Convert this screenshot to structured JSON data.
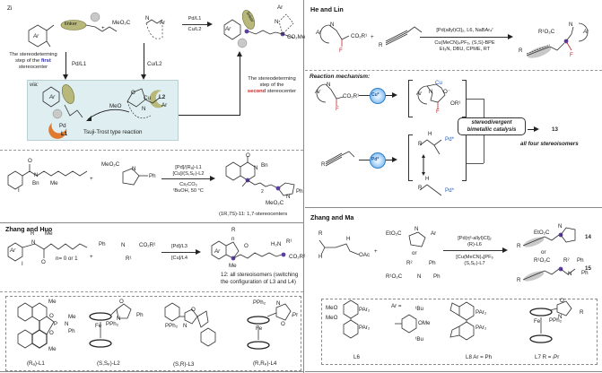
{
  "sections": {
    "zi": {
      "title": "Zi",
      "reagent_a": "linker",
      "reagent_b": "MeO₂C",
      "reagent_b_ar": "Ar",
      "plus": "+",
      "conditions_top": "Pd/L1",
      "conditions_bottom": "Cu/L2",
      "left_note": [
        "The stereodeterming",
        "step of the ",
        "first",
        "stereocenter"
      ],
      "arrow_left_label": "Pd/L1",
      "arrow_right_label": "Cu/L2",
      "right_note": [
        "The stereodeterming",
        "step of the",
        "second",
        " stereocenter"
      ],
      "via_label": "via:",
      "panel_labels": {
        "ar": "Ar",
        "linker": "linker",
        "pd": "Pd",
        "l1": "L1",
        "l2": "L2",
        "cu": "Cu",
        "meo": "MeO",
        "o": "O",
        "n": "N",
        "ar2": "Ar"
      },
      "tsuji_trost": "Tsuji-Trost type reaction",
      "product_labels": {
        "ar": "Ar",
        "linker": "linker",
        "n": "N",
        "ar_top": "Ar",
        "ester": "CO₂Me"
      }
    },
    "example_11": {
      "reagent_a_labels": {
        "o": "O",
        "n": "N",
        "bn": "Bn",
        "me": "Me",
        "i": "I"
      },
      "reagent_b_labels": {
        "ester": "MeO₂C",
        "n": "N",
        "ph": "Ph"
      },
      "plus": "+",
      "conditions": [
        "[Pd]/(Rₐ)-L1",
        "[Cu]/(S,Sₚ)-L2",
        "Cs₂CO₃",
        "ᵗBuOH, 50 °C"
      ],
      "product_labels": {
        "o": "O",
        "n": "N",
        "bn": "Bn",
        "ester": "MeO₂C",
        "ph": "Ph",
        "n2": "N",
        "two": "2"
      },
      "caption": "(1R,7S)-11: 1,7-stereocenters"
    },
    "zhang_huo": {
      "title": "Zhang and Huo",
      "reagent_a_labels": {
        "r": "R",
        "me": "Me",
        "n": "N",
        "ar": "Ar",
        "i": "I",
        "o": "O",
        "n_count": "n= 0 or 1"
      },
      "reagent_b_labels": {
        "ph": "Ph",
        "n": "N",
        "ester": "CO₂R²",
        "r1": "R¹"
      },
      "plus": "+",
      "conditions_top": "[Pd]/L3",
      "conditions_bottom": "[Cu]/L4",
      "product_labels": {
        "r": "R",
        "n": "n",
        "o": "O",
        "ar": "Ar",
        "me": "Me",
        "h2n": "H₂N",
        "r1": "R¹",
        "ester": "CO₂R²"
      },
      "caption": [
        "12: all stereoisomers (switching",
        "the configuration of L3 and L4)"
      ]
    },
    "ligands_left": [
      {
        "name": "(Rₐ)-L1",
        "atoms": [
          "Me",
          "O",
          "P",
          "N",
          "Me",
          "Ph",
          "O",
          "Me"
        ]
      },
      {
        "name": "(S,Sₚ)-L2",
        "atoms": [
          "O",
          "N",
          "Ph",
          "Fe",
          "PPh₂"
        ]
      },
      {
        "name": "(S,R)-L3",
        "atoms": [
          "O",
          "N",
          "PPh₂"
        ]
      },
      {
        "name": "(R,Rₚ)-L4",
        "atoms": [
          "PPh₂",
          "N",
          "O",
          "ᵢPr",
          "Fe"
        ]
      }
    ],
    "he_lin": {
      "title": "He and Lin",
      "reagent_a_labels": {
        "ar": "Ar",
        "n": "N",
        "ester": "CO₂R¹",
        "f": "F"
      },
      "plus": "+",
      "reagent_b_labels": {
        "r": "R"
      },
      "conditions_top": "[Pd(allyl)Cl]₂, L6, NaBAr₄ᶠ",
      "conditions_bottom": [
        "Cu(MeCN)₄PF₆, (S,S)-BPE",
        "Et₃N, DBU, CPME, RT"
      ],
      "product_labels": {
        "ester": "R¹O₂C",
        "n": "N",
        "ar": "Ar",
        "r": "R",
        "f": "F"
      }
    },
    "mechanism": {
      "title": "Reaction mechanism:",
      "cu_catalyst": "Cu*",
      "pd_catalyst": "Pd*",
      "cu_intermediate": {
        "cu": "Cu",
        "ar": "Ar",
        "n": "N",
        "o": "O⁻",
        "or": "OR¹",
        "f": "F"
      },
      "reagent_labels": {
        "ar": "Ar",
        "n": "N",
        "ester": "CO₂R¹",
        "f": "F",
        "r": "R"
      },
      "pd_intermediate": {
        "h": "H",
        "r": "R",
        "pd": "Pd*",
        "h2": "H",
        "r2": "R",
        "pd2": "Pd*"
      },
      "catalysis_box": [
        "stereodivergent",
        "bimetallic catalysis"
      ],
      "product_number": "13",
      "product_caption": "all four stereoisomers"
    },
    "zhang_ma": {
      "title": "Zhang and Ma",
      "reagent_a_labels": {
        "r": "R",
        "h": "H",
        "h2": "H",
        "oac": "OAc"
      },
      "plus": "+",
      "reagent_b_labels": {
        "ester": "EtO₂C",
        "n": "N",
        "ar": "Ar"
      },
      "or": "or",
      "reagent_c_labels": {
        "r2": "R²",
        "ph": "Ph",
        "ester": "R¹O₂C",
        "n": "N",
        "ph2": "Ph"
      },
      "conditions_top": [
        "[Pd(η³-allyl)Cl]₂",
        "(R)-L6"
      ],
      "conditions_bottom": [
        "[Cu(MeCN)₄]PF₆",
        "(S,Sₚ)-L7"
      ],
      "product_14_labels": {
        "ester": "EtO₂C",
        "n": "N",
        "ar": "Ar",
        "r": "R"
      },
      "product_15_labels": {
        "ester": "R¹O₂C",
        "r2": "R²",
        "ph": "Ph",
        "n": "N",
        "ph2": "Ph",
        "r": "R"
      },
      "number_14": "14",
      "number_15": "15"
    },
    "ligands_right": [
      {
        "name": "L6",
        "atoms": [
          "MeO",
          "PAr₂",
          "MeO",
          "PAr₂"
        ],
        "ar_def": {
          "label": "Ar =",
          "tbu1": "ᵗBu",
          "ome": "OMe",
          "tbu2": "ᵗBu"
        }
      },
      {
        "name": "L8 Ar = Ph",
        "atoms": [
          "PAr₂",
          "PAr₂"
        ]
      },
      {
        "name": "L7 R = ᵢPr",
        "atoms": [
          "O",
          "N",
          "R",
          "Fe",
          "PPh₂"
        ]
      }
    ]
  },
  "colors": {
    "panel_bg": "#dfeef0",
    "linker": "#b7b87a",
    "l1_pd": "#e07a2e",
    "first": "#2b2bb0",
    "second": "#d21f1f",
    "stereocenter": "#5b3ea0",
    "catalyst_blue": "#3a8fe0",
    "fluorine": "#c0242b",
    "pd_label": "#2a5db0"
  }
}
